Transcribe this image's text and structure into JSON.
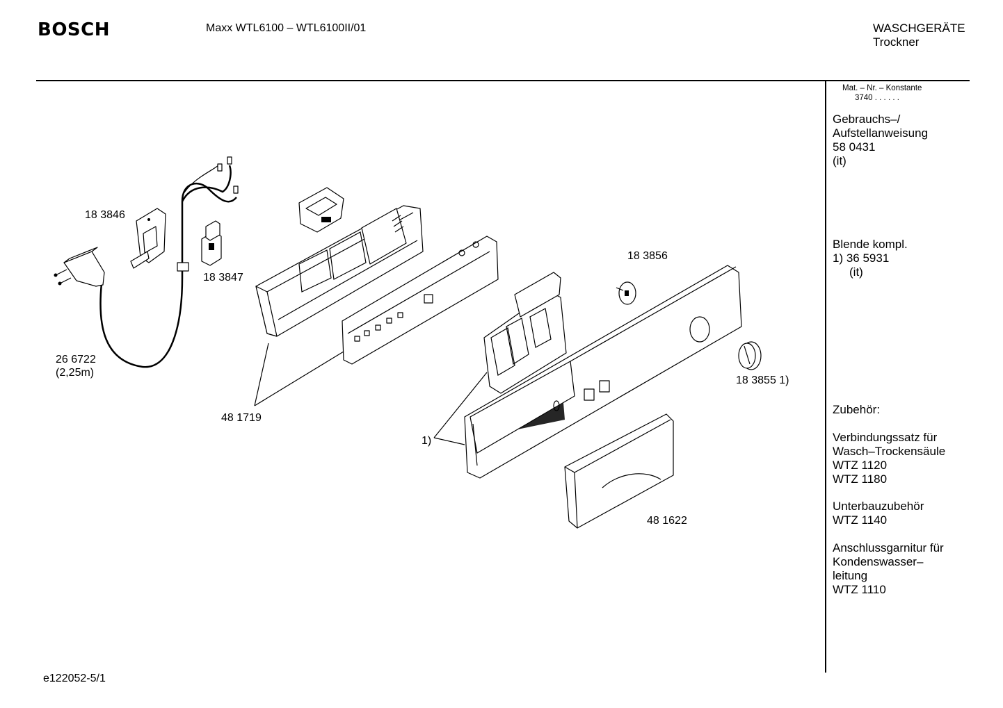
{
  "header": {
    "brand": "BOSCH",
    "model": "Maxx WTL6100 –  WTL6100II/01",
    "category_line1": "WASCHGERÄTE",
    "category_line2": "Trockner"
  },
  "sidebar": {
    "mat_header": "Mat. – Nr. – Konstante",
    "mat_value": "3740  .  .  .  .  .  .",
    "manual": [
      "Gebrauchs–/",
      "Aufstellanweisung",
      "58 0431",
      "(it)"
    ],
    "blende": [
      "Blende kompl.",
      "1) 36 5931",
      "(it)"
    ],
    "zubehoer_title": "Zubehör:",
    "zubehoer_group1": [
      "Verbindungssatz für",
      "Wasch–Trockensäule",
      "WTZ 1120",
      "WTZ 1180"
    ],
    "zubehoer_group2": [
      "Unterbauzubehör",
      "WTZ 1140"
    ],
    "zubehoer_group3": [
      "Anschlussgarnitur für",
      "Kondenswasser–",
      "leitung",
      "WTZ 1110"
    ]
  },
  "labels": {
    "p183846": "18 3846",
    "p183847": "18 3847",
    "p266722_a": "26 6722",
    "p266722_b": "(2,25m)",
    "p481719": "48 1719",
    "p183856": "18 3856",
    "p183855": "18 3855 1)",
    "p1": "1)",
    "p481622": "48 1622"
  },
  "footer": {
    "doc_id": "e122052-5/1"
  }
}
